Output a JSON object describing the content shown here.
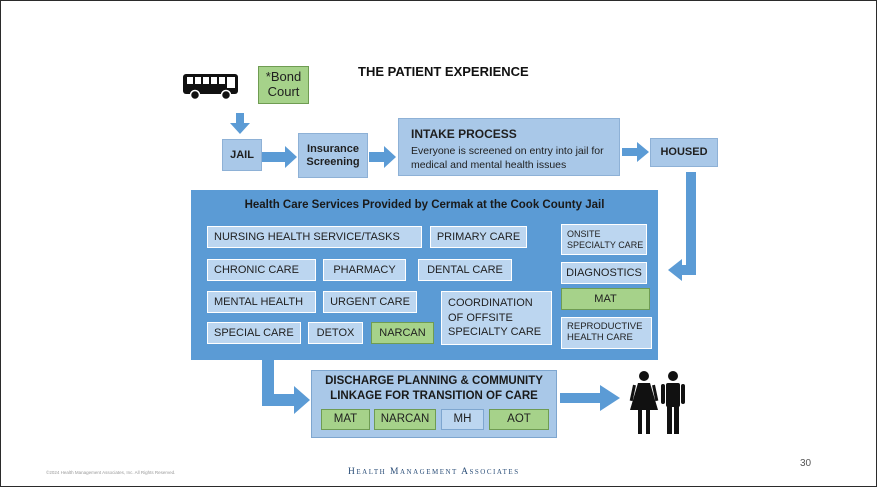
{
  "slide": {
    "title": "THE PATIENT EXPERIENCE",
    "page_number": "30",
    "footer_logo": "Health Management Associates",
    "copyright": "©2024 Health Management Associates, Inc. All Rights Reserved."
  },
  "flow": {
    "bond_court": "*Bond Court",
    "jail": "JAIL",
    "insurance": "Insurance Screening",
    "intake_title": "INTAKE PROCESS",
    "intake_text": "Everyone is screened on entry into jail for medical and mental health issues",
    "housed": "HOUSED"
  },
  "services": {
    "title": "Health Care Services Provided by Cermak at the Cook County Jail",
    "nursing": "NURSING HEALTH SERVICE/TASKS",
    "primary": "PRIMARY CARE",
    "onsite": "ONSITE SPECIALTY CARE",
    "chronic": "CHRONIC CARE",
    "pharmacy": "PHARMACY",
    "dental": "DENTAL CARE",
    "diagnostics": "DIAGNOSTICS",
    "mental": "MENTAL HEALTH",
    "urgent": "URGENT CARE",
    "coordination": "COORDINATION OF OFFSITE SPECIALTY CARE",
    "mat": "MAT",
    "special": "SPECIAL CARE",
    "detox": "DETOX",
    "narcan": "NARCAN",
    "reproductive": "REPRODUCTIVE HEALTH CARE"
  },
  "discharge": {
    "title": "DISCHARGE PLANNING & COMMUNITY LINKAGE FOR TRANSITION OF CARE",
    "mat": "MAT",
    "narcan": "NARCAN",
    "mh": "MH",
    "aot": "AOT"
  },
  "colors": {
    "arrow": "#5b9bd5",
    "services_bg": "#5b9bd5",
    "light_box": "#a9c8e8",
    "green_box": "#a6d28a"
  },
  "icons": [
    "bus-icon",
    "people-icon"
  ]
}
